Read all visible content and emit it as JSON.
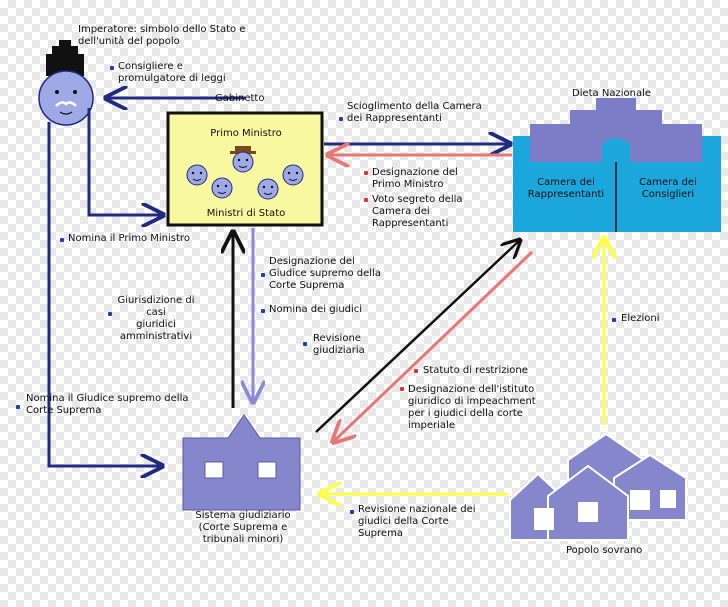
{
  "labels": {
    "emperor": "Imperatore: simbolo dello Stato e\ndell'unità del popolo",
    "advisor": "Consigliere e\npromulgatore di leggi",
    "cabinet": "Gabinetto",
    "dissolution": "Scioglimento della Camera\ndei Rappresentanti",
    "diet": "Dieta Nazionale",
    "prime_minister": "Primo Ministro",
    "ministers": "Ministri di Stato",
    "designation_pm": "Designazione del\nPrimo Ministro",
    "secret_vote": "Voto segreto della\nCamera dei\nRappresentanti",
    "house_reps": "Camera dei\nRappresentanti",
    "house_councillors": "Camera dei\nConsiglieri",
    "nominate_pm": "Nomina il Primo Ministro",
    "designation_judge": "Designazione del\nGiudice supremo della\nCorte Suprema",
    "nominate_judges": "Nomina dei giudici",
    "jurisdiction": "Giurisdizione di casi\ngiuridici\namministrativi",
    "judicial_review": "Revisione\ngiudiziaria",
    "elections": "Elezioni",
    "restriction": "Statuto di restrizione",
    "impeachment": "Designazione dell'istituto\ngiuridico di impeachment\nper i giudici della corte\nimperiale",
    "nominate_chief_judge": "Nomina il Giudice supremo della\nCorte Suprema",
    "judicial_system": "Sistema giudiziario\n(Corte Suprema e\ntribunali minori)",
    "national_review": "Revisione nazionale dei\ngiudici della Corte\nSuprema",
    "sovereign_people": "Popolo sovrano"
  },
  "colors": {
    "navy": "#1f2a80",
    "periwinkle": "#8a8ad6",
    "face": "#9fa9e6",
    "cabinet_fill": "#f8f8a0",
    "cabinet_border": "#111111",
    "diet_fill": "#1ba6dc",
    "diet_building": "#7d7dc7",
    "court_fill": "#8686cc",
    "red_arrow": "#e87777",
    "yellow_arrow": "#ffff44",
    "black_arrow": "#111111",
    "blue_arrow": "#2a2acf"
  }
}
